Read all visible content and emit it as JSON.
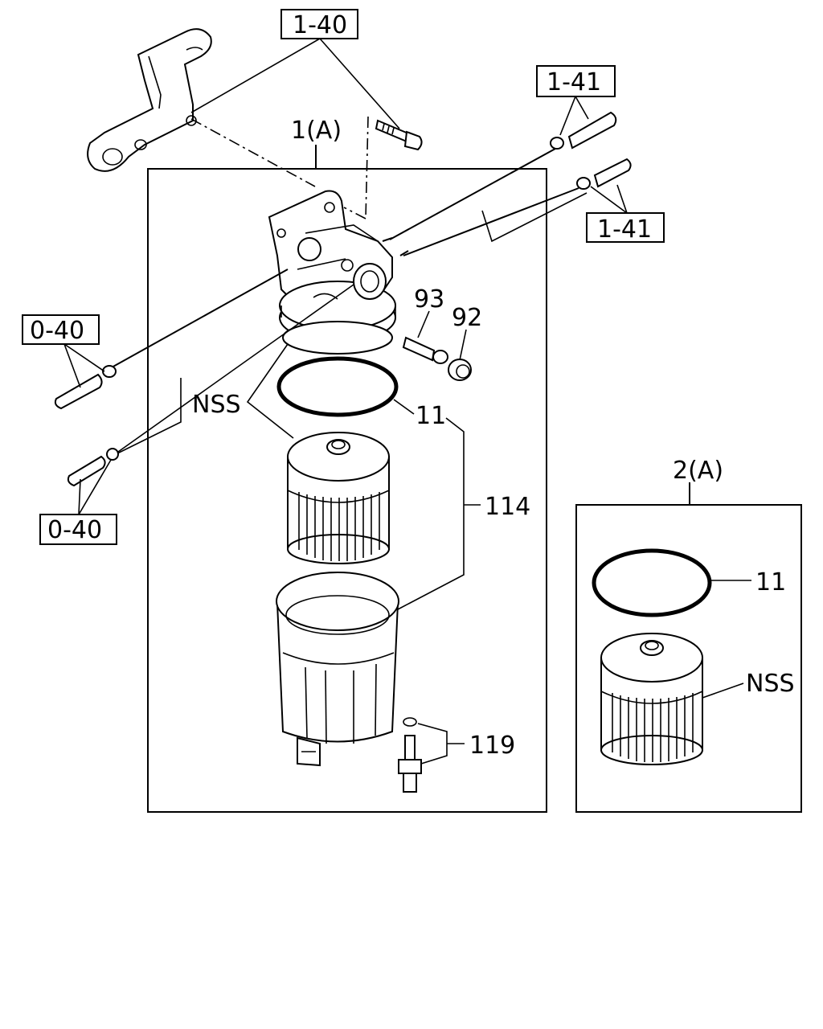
{
  "callouts": {
    "ref_1_40": "1-40",
    "ref_1_41_top": "1-41",
    "ref_1_41_right": "1-41",
    "ref_0_40_top": "0-40",
    "ref_0_40_bottom": "0-40"
  },
  "labels": {
    "assembly_1a": "1(A)",
    "assembly_2a": "2(A)",
    "nss_main": "NSS",
    "nss_kit": "NSS",
    "part_93": "93",
    "part_92": "92",
    "part_11_main": "11",
    "part_11_kit": "11",
    "part_114": "114",
    "part_119": "119"
  }
}
